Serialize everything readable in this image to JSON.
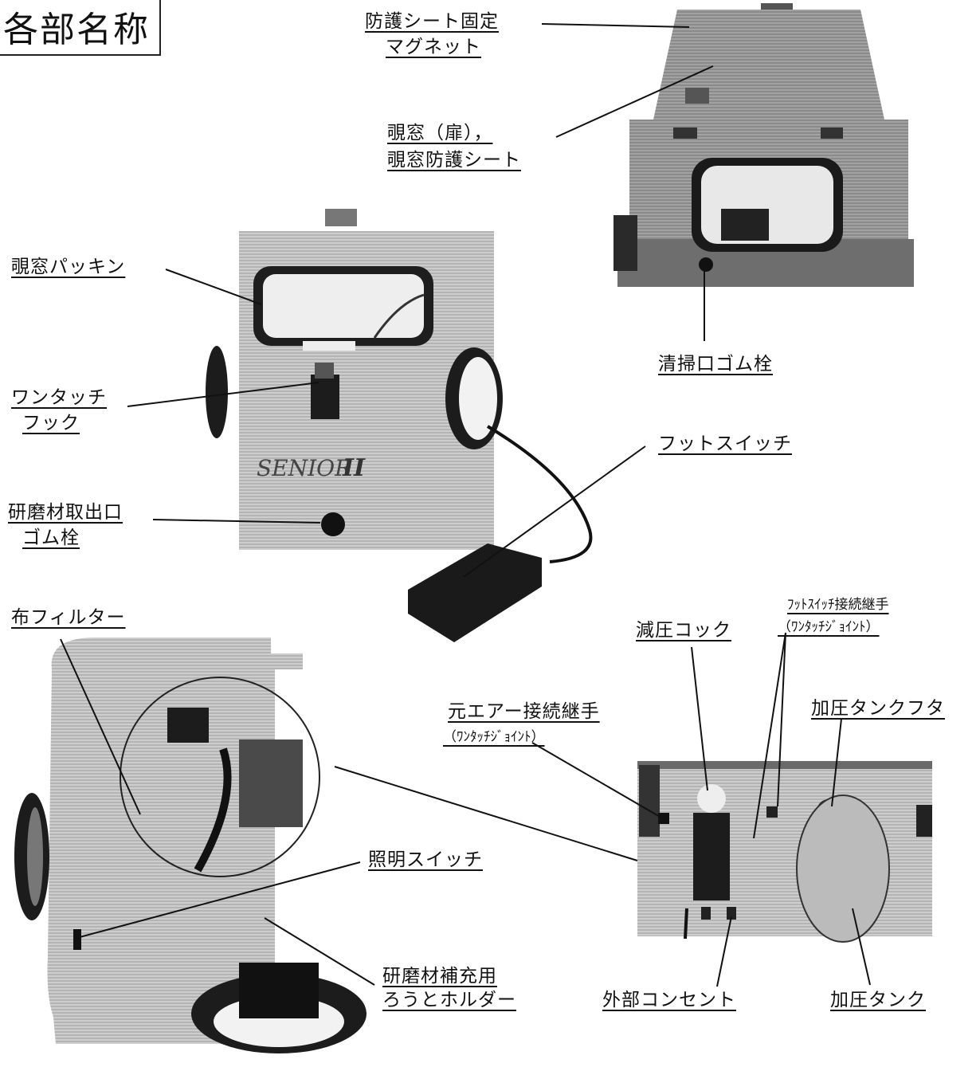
{
  "title": "各部名称",
  "labels": {
    "sheet_magnet_1": "防護シート固定",
    "sheet_magnet_2": "マグネット",
    "window_door_1": "覗窓（扉），",
    "window_door_2": "覗窓防護シート",
    "window_packing": "覗窓パッキン",
    "cleaning_plug": "清掃口ゴム栓",
    "one_touch_hook_1": "ワンタッチ",
    "one_touch_hook_2": "フック",
    "foot_switch": "フットスイッチ",
    "abrasive_outlet_1": "研磨材取出口",
    "abrasive_outlet_2": "ゴム栓",
    "cloth_filter": "布フィルター",
    "footswitch_joint_1": "ﾌｯﾄｽｲｯﾁ接続継手",
    "footswitch_joint_2": "（ﾜﾝﾀｯﾁｼﾞｮｲﾝﾄ）",
    "reducing_cock": "減圧コック",
    "air_joint_1": "元エアー接続継手",
    "air_joint_2": "（ﾜﾝﾀｯﾁｼﾞｮｲﾝﾄ）",
    "tank_lid": "加圧タンクフタ",
    "light_switch": "照明スイッチ",
    "funnel_holder_1": "研磨材補充用",
    "funnel_holder_2": "ろうとホルダー",
    "outlet": "外部コンセント",
    "pressure_tank": "加圧タンク"
  },
  "product_logo": "SENIOR II",
  "colors": {
    "ink": "#111111",
    "body": "#8f8f8f",
    "dark": "#1c1c1c",
    "light": "#d9d9d9"
  }
}
